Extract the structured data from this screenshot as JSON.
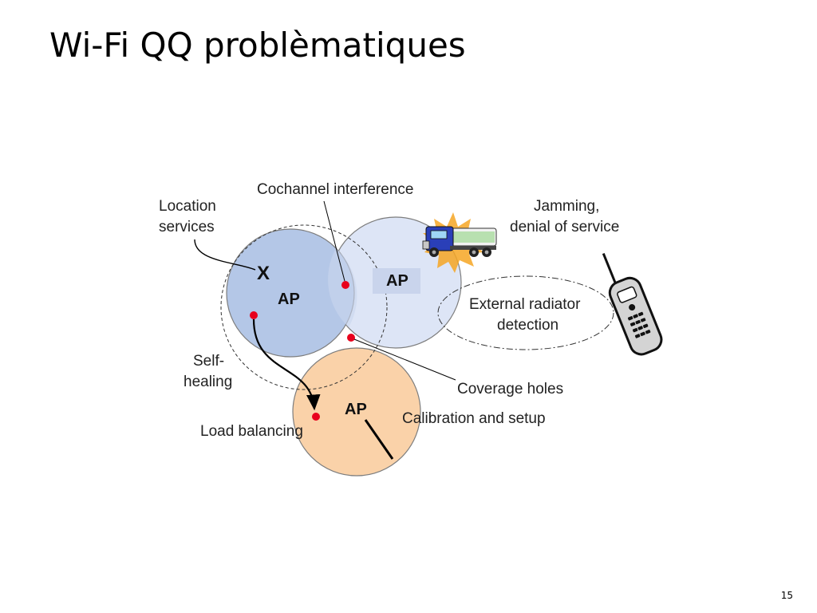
{
  "slide": {
    "title": "Wi-Fi QQ problèmatiques",
    "page_number": "15"
  },
  "diagram": {
    "access_points": [
      {
        "label": "AP",
        "color": "#b4c7e7"
      },
      {
        "label": "AP",
        "color": "#dde5f6"
      },
      {
        "label": "AP",
        "color": "#fad2a9"
      }
    ],
    "lost_client_marker": "X",
    "labels": {
      "location_services": [
        "Location",
        "services"
      ],
      "cochannel_interference": "Cochannel interference",
      "jamming": [
        "Jamming,",
        "denial of service"
      ],
      "external_radiator": [
        "External radiator",
        "detection"
      ],
      "self_healing": [
        "Self-",
        "healing"
      ],
      "coverage_holes": "Coverage holes",
      "calibration": "Calibration and setup",
      "load_balancing": "Load balancing"
    },
    "icons": [
      "truck-icon",
      "mobile-phone-icon"
    ],
    "colors": {
      "marker": "#e8001c",
      "outline": "#6b6b6b"
    }
  }
}
